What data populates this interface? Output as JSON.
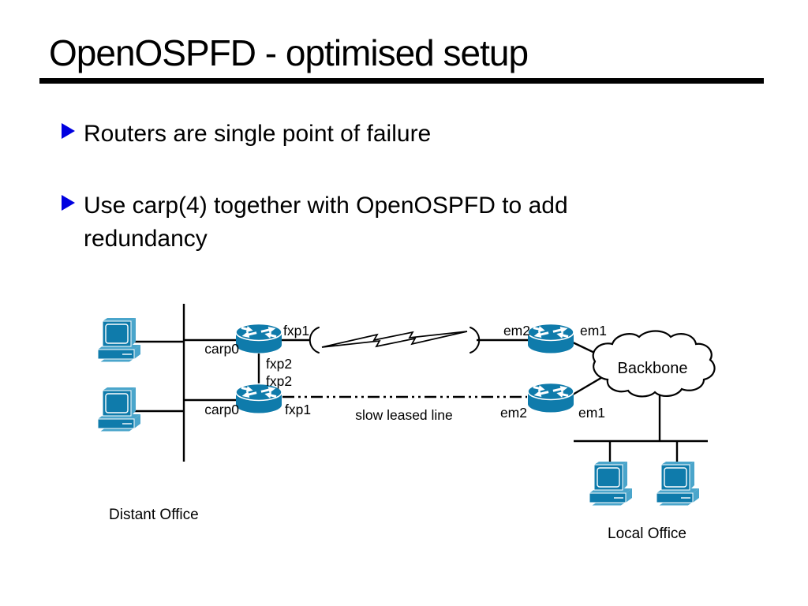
{
  "slide": {
    "title": "OpenOSPFD - optimised setup",
    "bullets": [
      {
        "text": "Routers are single point of failure"
      },
      {
        "text": "Use carp(4) together with OpenOSPFD to add\nredundancy"
      }
    ]
  },
  "diagram": {
    "interfaces": {
      "router1_lan": "carp0",
      "router1_wan": "fxp1",
      "router1_crosslink": "fxp2",
      "router2_crosslink": "fxp2",
      "router2_lan": "carp0",
      "router2_wan": "fxp1",
      "router3_wan": "em2",
      "router3_backbone": "em1",
      "router4_wan": "em2",
      "router4_backbone": "em1"
    },
    "annotations": {
      "slow_link": "slow leased line",
      "cloud": "Backbone",
      "left_site": "Distant Office",
      "right_site": "Local Office"
    },
    "colors": {
      "device": "#0f7bab",
      "device_light": "#4aa5cb",
      "bullet": "#0000e0"
    }
  }
}
